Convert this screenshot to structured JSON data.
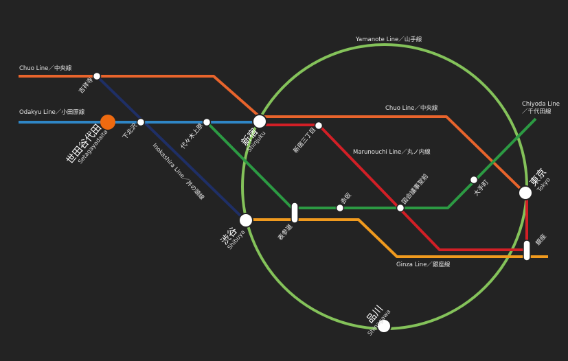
{
  "colors": {
    "background": "#232323",
    "yamanote": "#84c25a",
    "chuo": "#e8642c",
    "odakyu": "#2f86c6",
    "inokashira": "#1f2f66",
    "chiyoda": "#2c9a43",
    "marunouchi": "#d21f26",
    "ginza": "#f09a1e",
    "origin": "#ee6a10",
    "station": "#ffffff"
  },
  "lines": {
    "yamanote": "Yamanote Line／山手線",
    "chuo_west": "Chuo Line／中央線",
    "chuo_east": "Chuo Line／中央線",
    "odakyu": "Odakyu Line／小田原線",
    "inokashira": "Inokashira Line／井の頭線",
    "chiyoda_en": "Chiyoda Line",
    "chiyoda_jp": "／千代田線",
    "marunouchi": "Marunouchi Line／丸ノ内線",
    "ginza": "Ginza Line／銀座線"
  },
  "stations": {
    "setagaya_jp": "世田谷代田",
    "setagaya_en": "Setagayadaita",
    "kichijoji": "吉祥寺",
    "shimokitazawa": "下北沢",
    "yoyogiuehara": "代々木上原",
    "shinjuku_jp": "新宿",
    "shinjuku_en": "Shinjuku",
    "shinjuku3": "新宿三丁目",
    "shibuya_jp": "渋谷",
    "shibuya_en": "Shibuya",
    "omotesando": "表参道",
    "akasaka": "赤坂",
    "kokkai": "国会議事堂前",
    "otemachi": "大手町",
    "tokyo_jp": "東京",
    "tokyo_en": "Tokyo",
    "ginza": "銀座",
    "shinagawa_jp": "品川",
    "shinagawa_en": "Shinagawa"
  }
}
